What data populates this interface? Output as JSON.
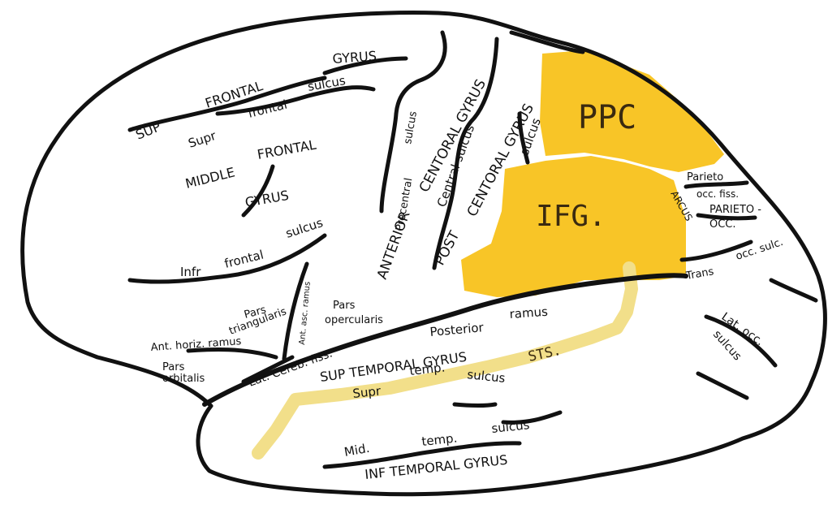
{
  "colors": {
    "outline": "#111111",
    "ppc_fill": "#f8c21b",
    "ifg_fill": "#f8c21b",
    "sts_fill": "#f2df8a",
    "background": "#ffffff"
  },
  "regions": {
    "ppc": "PPC",
    "ifg": "IFG.",
    "sts": "STS."
  },
  "labels": {
    "gyrus_top": "GYRUS",
    "frontal_top": "FRONTAL",
    "sup": "SUP",
    "sulcus_sup": "sulcus",
    "frontal_lower": "frontal",
    "supr": "Supr",
    "frontal_mid": "FRONTAL",
    "middle": "MIDDLE",
    "gyrus_mid": "GYRUS",
    "infr": "Infr",
    "frontal_infr": "frontal",
    "sulcus_infr": "sulcus",
    "sulcus_precentral": "sulcus",
    "precentral": "Precentral",
    "centoral_gyrus": "CENTORAL GYRUS",
    "central_sulcus": "Central sulcus",
    "anterior": "ANTERIOR",
    "post_centoral_gyrus": "CENTORAL GYRUS",
    "post": "POST",
    "sulcus_post": "sulcus",
    "parieto": "Parieto",
    "occ_fiss": "occ. fiss.",
    "parieto_occ": "PARIETO -",
    "occ": "OCC.",
    "arcus": "ARCUS",
    "trans": "Trans",
    "occ_sulc": "occ. sulc.",
    "lat_occ": "Lat. occ.",
    "sulcus_lat_occ": "sulcus",
    "pars_tri_1": "Pars",
    "pars_tri_2": "triangularis",
    "ant_asc_ramus": "Ant. asc. ramus",
    "pars_oper_1": "Pars",
    "pars_oper_2": "opercularis",
    "ant_horiz_ramus": "Ant. horiz. ramus",
    "pars_orb_1": "Pars",
    "pars_orb_2": "orbitalis",
    "lat_cereb_fiss": "Lat. Cereb. fiss.",
    "posterior": "Posterior",
    "ramus": "ramus",
    "sup_temporal_gyrus": "SUP  TEMPORAL  GYRUS",
    "supr_temp": "Supr",
    "temp": "temp.",
    "sulcus_temp": "sulcus",
    "mid": "Mid.",
    "temp2": "temp.",
    "sulcus_mid": "sulcus",
    "inf_temporal_gyrus": "INF   TEMPORAL  GYRUS"
  }
}
